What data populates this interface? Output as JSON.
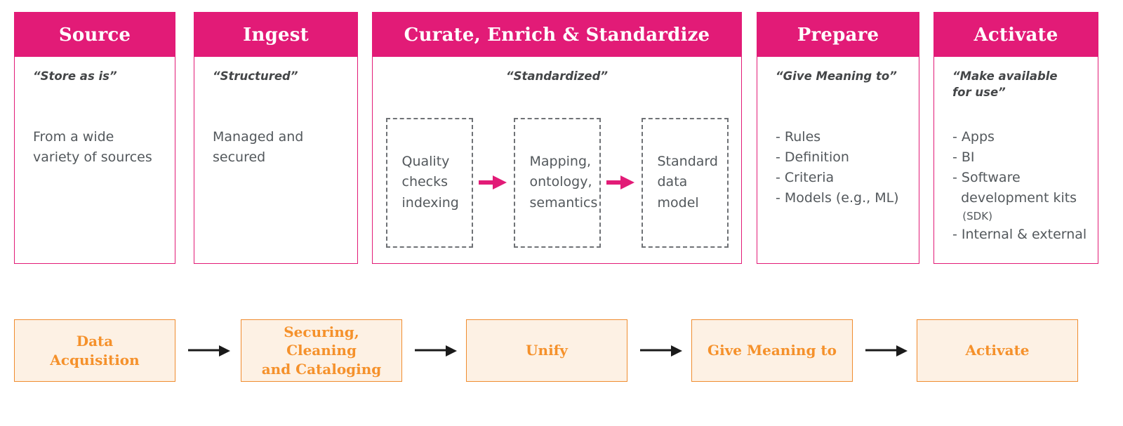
{
  "theme": {
    "accent_pink": "#E21B77",
    "accent_orange": "#F5912B",
    "orange_fill": "#FDF1E4",
    "dashed_grey": "#6f7276",
    "body_text": "#53585c"
  },
  "stages": [
    {
      "title": "Source",
      "quote": "“Store as is”",
      "quote_align": "left",
      "description": "From a wide\nvariety of sources",
      "bullets": []
    },
    {
      "title": "Ingest",
      "quote": "“Structured”",
      "quote_align": "left",
      "description": "Managed and\nsecured",
      "bullets": []
    },
    {
      "title": "Curate, Enrich & Standardize",
      "quote": "“Standardized”",
      "quote_align": "center",
      "description": "",
      "bullets": [],
      "pipeline": {
        "steps": [
          "Quality\nchecks\nindexing",
          "Mapping,\nontology,\nsemantics",
          "Standard\ndata\nmodel"
        ],
        "connector_icon": "pink-arrow-right-icon"
      }
    },
    {
      "title": "Prepare",
      "quote": "“Give Meaning to”",
      "quote_align": "left",
      "description": "",
      "bullets": [
        {
          "text": "- Rules",
          "small": false
        },
        {
          "text": "- Definition",
          "small": false
        },
        {
          "text": "- Criteria",
          "small": false
        },
        {
          "text": "- Models (e.g., ML)",
          "small": false
        }
      ]
    },
    {
      "title": "Activate",
      "quote": "“Make available\nfor use”",
      "quote_align": "left",
      "description": "",
      "bullets": [
        {
          "text": "- Apps",
          "small": false
        },
        {
          "text": "- BI",
          "small": false
        },
        {
          "text": "- Software",
          "small": false
        },
        {
          "text": "  development kits",
          "small": false
        },
        {
          "text": "   (SDK)",
          "small": true
        },
        {
          "text": "- Internal & external",
          "small": false
        }
      ]
    }
  ],
  "steps": [
    {
      "label": "Data\nAcquisition"
    },
    {
      "label": "Securing, Cleaning\nand Cataloging"
    },
    {
      "label": "Unify"
    },
    {
      "label": "Give Meaning to"
    },
    {
      "label": "Activate"
    }
  ],
  "step_connector_icon": "black-arrow-right-icon"
}
